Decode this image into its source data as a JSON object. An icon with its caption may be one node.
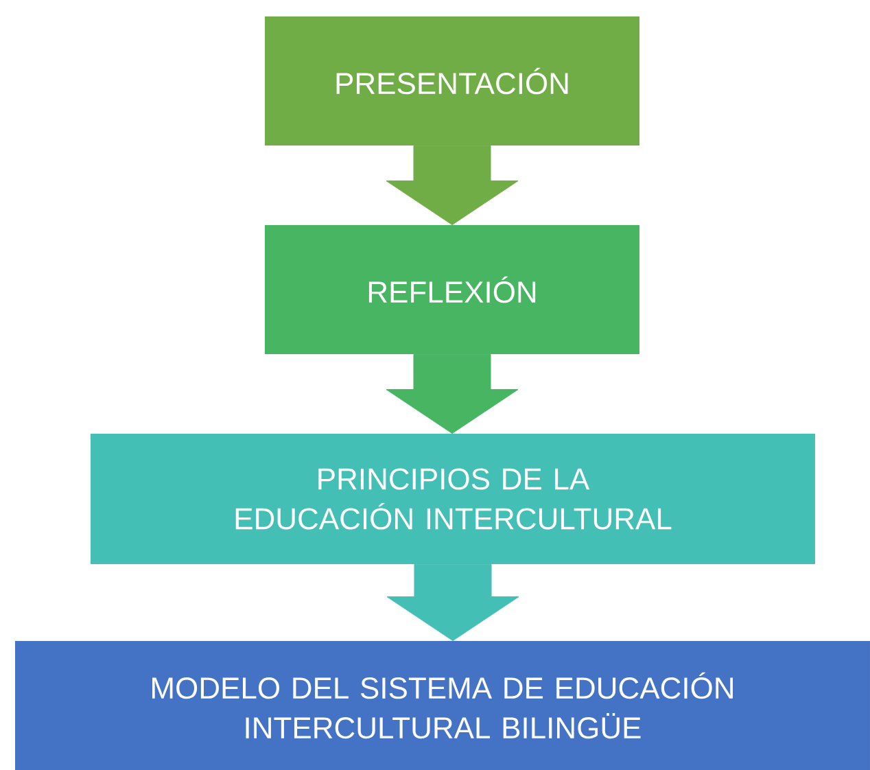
{
  "diagram": {
    "nodes": [
      {
        "text": [
          "PRESENTACIÓN"
        ]
      },
      {
        "text": [
          "REFLEXIÓN"
        ]
      },
      {
        "text": [
          "PRINCIPIOS DE LA EDUCACIÓN INTERCULTURAL"
        ]
      },
      {
        "text": [
          "MODELO DEL SISTEMA DE EDUCACIÓN INTERCULTURAL BILINGÜE"
        ]
      }
    ],
    "edges": [
      {
        "from": 0,
        "to": 1,
        "arrow": "to",
        "style": "thick",
        "color": "#70ad47"
      },
      {
        "from": 1,
        "to": 2,
        "arrow": "to",
        "style": "thick",
        "color": "#47b562"
      },
      {
        "from": 2,
        "to": 3,
        "arrow": "to",
        "style": "thick",
        "color": "#43bfb6"
      }
    ]
  }
}
